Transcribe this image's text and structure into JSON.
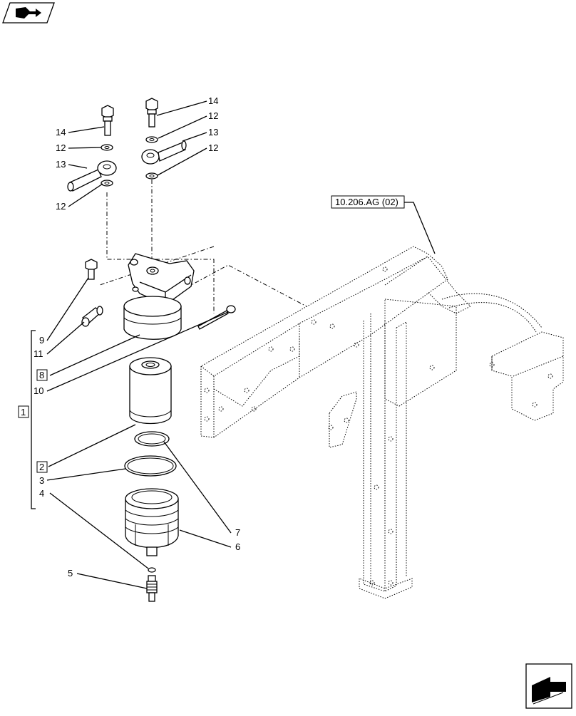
{
  "reference_label": "10.206.AG (02)",
  "callouts": {
    "c14_left": "14",
    "c12_left_a": "12",
    "c13_left": "13",
    "c12_left_b": "12",
    "c14_right": "14",
    "c12_right_a": "12",
    "c13_right": "13",
    "c12_right_b": "12",
    "c9": "9",
    "c11": "11",
    "c8": "8",
    "c10": "10",
    "c1": "1",
    "c2": "2",
    "c3": "3",
    "c4": "4",
    "c5": "5",
    "c6": "6",
    "c7": "7"
  },
  "icons": {
    "top_left": "book-arrow-icon",
    "bottom_right": "next-page-arrow-icon"
  }
}
